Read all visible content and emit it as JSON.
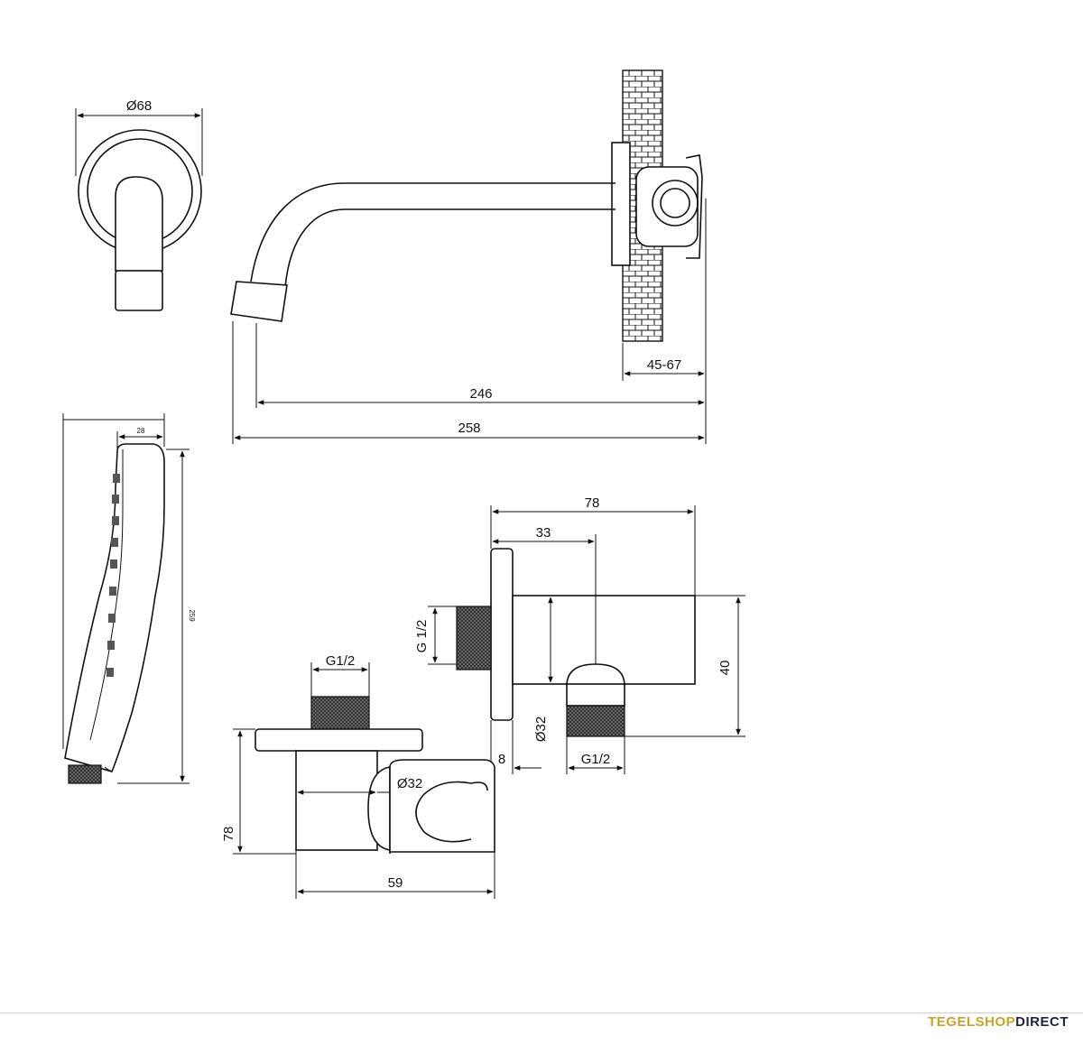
{
  "dimensions": {
    "spout_diameter": "Ø68",
    "spout_length_inner": "246",
    "spout_length_total": "258",
    "wall_depth": "45-67",
    "handshower_width": "28",
    "handshower_length": "259",
    "outlet_width": "78",
    "outlet_center": "33",
    "outlet_thread_side": "G 1/2",
    "outlet_height": "40",
    "outlet_flange": "8",
    "outlet_diameter": "Ø32",
    "outlet_thread_bottom": "G1/2",
    "holder_thread_top": "G1/2",
    "holder_diameter": "Ø32",
    "holder_height": "78",
    "holder_width": "59"
  },
  "brand": {
    "part1": "TEGELSHOP",
    "part2": "DIRECT"
  },
  "colors": {
    "line": "#111111",
    "brand_gold": "#c9a227",
    "brand_navy": "#1b2440"
  }
}
